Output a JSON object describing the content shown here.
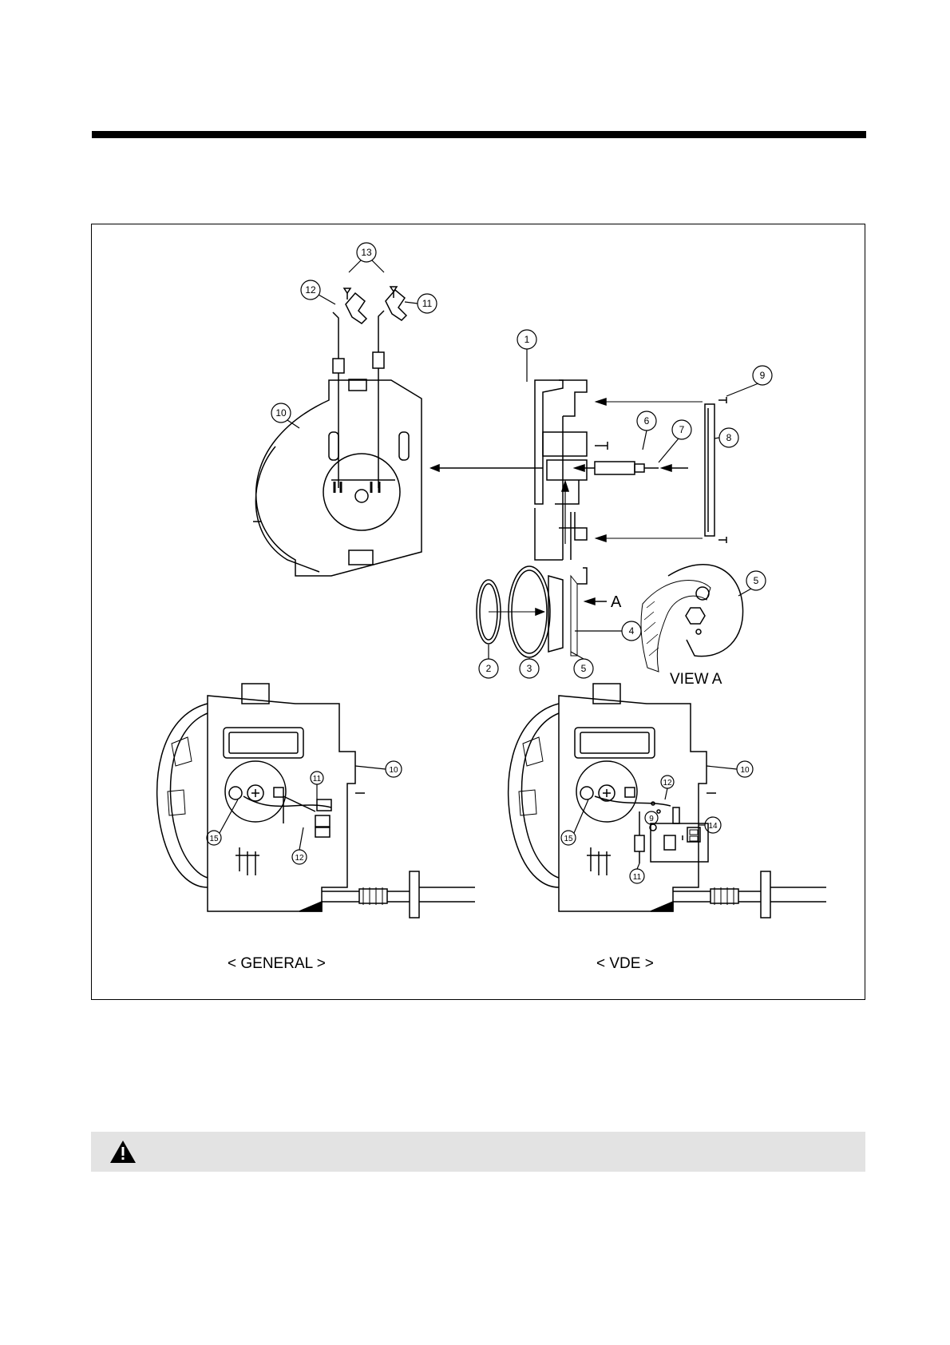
{
  "callouts": {
    "c1": "1",
    "c2": "2",
    "c3": "3",
    "c4": "4",
    "c5a": "5",
    "c5b": "5",
    "c6": "6",
    "c7": "7",
    "c8": "8",
    "c9a": "9",
    "c10a": "10",
    "c11a": "11",
    "c12a": "12",
    "c13": "13",
    "g10": "10",
    "g11": "11",
    "g12": "12",
    "g15": "15",
    "v9": "9",
    "v10": "10",
    "v11": "11",
    "v12": "12",
    "v14": "14",
    "v15": "15"
  },
  "labels": {
    "arrow_a": "A",
    "view_a": "VIEW A",
    "general": "< GENERAL >",
    "vde": "< VDE >"
  },
  "icons": {
    "warning": "warning-triangle-icon"
  }
}
